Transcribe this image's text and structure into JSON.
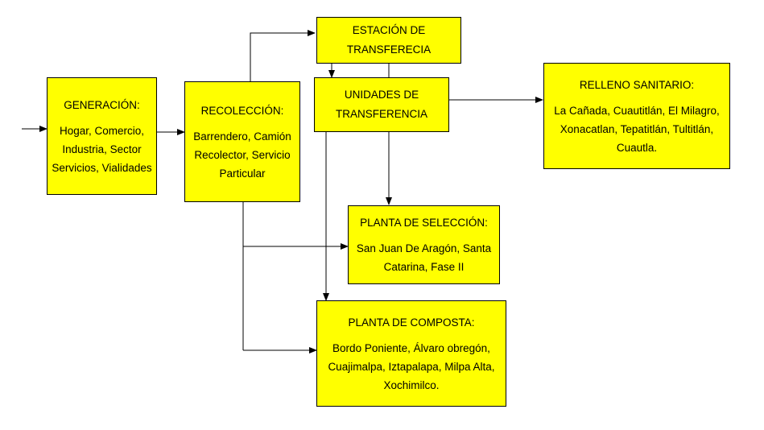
{
  "colors": {
    "box_fill": "#ffff00",
    "box_border": "#000000",
    "connector": "#000000"
  },
  "nodes": {
    "generacion": {
      "title": "GENERACIÓN:",
      "lines": [
        "Hogar, Comercio,",
        "Industria, Sector",
        "Servicios, Vialidades"
      ]
    },
    "recoleccion": {
      "title": "RECOLECCIÓN:",
      "lines": [
        "Barrendero, Camión",
        "Recolector, Servicio",
        "Particular"
      ]
    },
    "estacion": {
      "lines": [
        "ESTACIÓN DE",
        "TRANSFERECIA"
      ]
    },
    "unidades": {
      "lines": [
        "UNIDADES DE",
        "TRANSFERENCIA"
      ]
    },
    "relleno": {
      "title": "RELLENO SANITARIO:",
      "lines": [
        "La Cañada, Cuautitlán, El Milagro,",
        "Xonacatlan, Tepatitlán, Tultitlán,",
        "Cuautla."
      ]
    },
    "seleccion": {
      "title": "PLANTA DE SELECCIÓN:",
      "lines": [
        "San Juan De Aragón, Santa",
        "Catarina, Fase II"
      ]
    },
    "composta": {
      "title": "PLANTA DE COMPOSTA:",
      "lines": [
        "Bordo Poniente, Álvaro obregón,",
        "Cuajimalpa, Iztapalapa, Milpa Alta,",
        "Xochimilco."
      ]
    }
  }
}
